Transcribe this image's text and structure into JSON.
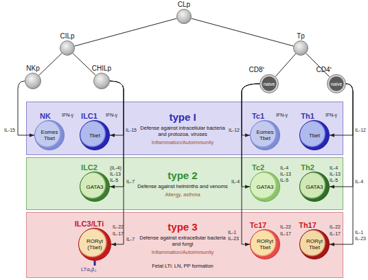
{
  "diagram": {
    "nodes": [
      {
        "text": [
          "CLp"
        ]
      },
      {
        "text": [
          "CILp"
        ]
      },
      {
        "text": [
          "Tp"
        ]
      },
      {
        "text": [
          "NKp"
        ]
      },
      {
        "text": [
          "CHILp"
        ]
      },
      {
        "text": [
          "CD8⁺",
          "naive"
        ]
      },
      {
        "text": [
          "CD4⁺",
          "naive"
        ]
      },
      {
        "text": [
          "type I",
          "Defense against intracellular bacteria and protozoa, viruses",
          "Inflammation/Autoimmunity"
        ]
      },
      {
        "text": [
          "NK",
          "Eomes Tbet"
        ],
        "in": 7
      },
      {
        "text": [
          "ILC1",
          "Tbet"
        ],
        "in": 7
      },
      {
        "text": [
          "Tc1",
          "Eomes Tbet"
        ],
        "in": 7
      },
      {
        "text": [
          "Th1",
          "Tbet"
        ],
        "in": 7
      },
      {
        "text": [
          "type 2",
          "Defense against helminths and venoms",
          "Allergy, asthma"
        ]
      },
      {
        "text": [
          "ILC2",
          "GATA3"
        ],
        "in": 12
      },
      {
        "text": [
          "Tc2",
          "GATA3"
        ],
        "in": 12
      },
      {
        "text": [
          "Th2",
          "GATA3"
        ],
        "in": 12
      },
      {
        "text": [
          "type 3",
          "Defense against extracellular bacteria and fungi",
          "Inflammation/Autoimmunity",
          "Fetal LTi: LN, PP formation"
        ]
      },
      {
        "text": [
          "ILC3/LTi",
          "RORγt (Tbet)"
        ],
        "in": 16
      },
      {
        "text": [
          "Tc17",
          "RORγt Tbet"
        ],
        "in": 16
      },
      {
        "text": [
          "Th17",
          "RORγt Tbet"
        ],
        "in": 16
      }
    ],
    "edges": [
      {
        "from": 0,
        "to": 1,
        "arrow": "none"
      },
      {
        "from": 0,
        "to": 2,
        "arrow": "none"
      },
      {
        "from": 1,
        "to": 3,
        "arrow": "none"
      },
      {
        "from": 1,
        "to": 4,
        "arrow": "none"
      },
      {
        "from": 2,
        "to": 5,
        "arrow": "none"
      },
      {
        "from": 2,
        "to": 6,
        "arrow": "none"
      },
      {
        "from": 3,
        "to": 8,
        "arrow": "to",
        "label": "IL-15"
      },
      {
        "from": 4,
        "to": 9,
        "arrow": "to",
        "label": "IL-15"
      },
      {
        "from": 4,
        "to": 13,
        "arrow": "to",
        "label": "IL-7"
      },
      {
        "from": 4,
        "to": 17,
        "arrow": "to",
        "label": "IL-7"
      },
      {
        "from": 5,
        "to": 10,
        "arrow": "to",
        "label": "IL-12"
      },
      {
        "from": 5,
        "to": 14,
        "arrow": "to",
        "label": "IL-4"
      },
      {
        "from": 5,
        "to": 18,
        "arrow": "to",
        "label": "IL-1 IL-23"
      },
      {
        "from": 6,
        "to": 11,
        "arrow": "to",
        "label": "IL-12"
      },
      {
        "from": 6,
        "to": 15,
        "arrow": "to",
        "label": "IL-4"
      },
      {
        "from": 6,
        "to": 19,
        "arrow": "to",
        "label": "IL-1 IL-23"
      }
    ],
    "labels": [
      "IFN-γ",
      "IFN-γ",
      "IFN-γ",
      "IFN-γ",
      "(IL-4)",
      "IL-13",
      "IL-5",
      "IL-4",
      "IL-13",
      "IL-5",
      "IL-4",
      "IL-13",
      "IL-5",
      "IL-22",
      "IL-17",
      "IL-22",
      "IL-17",
      "IL-22",
      "IL-17",
      "LTα₁β₂"
    ]
  }
}
